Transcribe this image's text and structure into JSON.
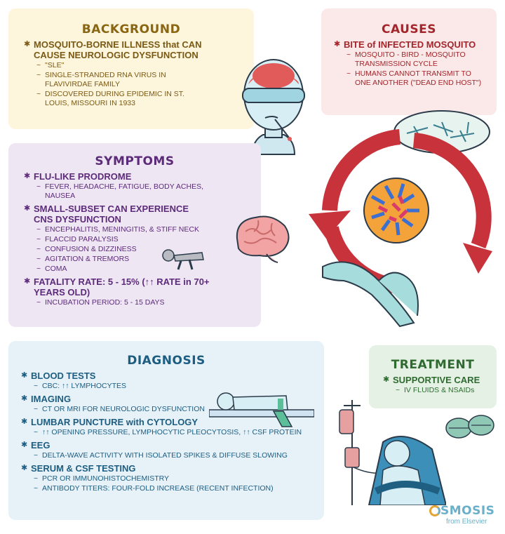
{
  "background": {
    "title": "BACKGROUND",
    "bullet1": "MOSQUITO-BORNE ILLNESS that CAN CAUSE NEUROLOGIC DYSFUNCTION",
    "subs": [
      "\"SLE\"",
      "SINGLE-STRANDED RNA VIRUS in FLAVIVIRDAE FAMILY",
      "DISCOVERED DURING EPIDEMIC in ST. LOUIS, MISSOURI in 1933"
    ]
  },
  "causes": {
    "title": "CAUSES",
    "bullet1": "BITE of INFECTED MOSQUITO",
    "subs": [
      "MOSQUITO - BIRD - MOSQUITO TRANSMISSION CYCLE",
      "HUMANS CANNOT TRANSMIT to ONE ANOTHER (\"DEAD END HOST\")"
    ]
  },
  "symptoms": {
    "title": "SYMPTOMS",
    "bullet1": "FLU-LIKE PRODROME",
    "bullet1_subs": [
      "FEVER, HEADACHE, FATIGUE, BODY ACHES, NAUSEA"
    ],
    "bullet2": "SMALL-SUBSET CAN EXPERIENCE CNS DYSFUNCTION",
    "bullet2_subs": [
      "ENCEPHALITIS, MENINGITIS, & STIFF NECK",
      "FLACCID PARALYSIS",
      "CONFUSION & DIZZINESS",
      "AGITATION & TREMORS",
      "COMA"
    ],
    "bullet3": "FATALITY RATE: 5 - 15% (↑↑ RATE in 70+ YEARS OLD)",
    "bullet3_subs": [
      "INCUBATION PERIOD: 5 - 15 DAYS"
    ]
  },
  "diagnosis": {
    "title": "DIAGNOSIS",
    "items": [
      {
        "label": "BLOOD TESTS",
        "subs": [
          "CBC: ↑↑ LYMPHOCYTES"
        ]
      },
      {
        "label": "IMAGING",
        "subs": [
          "CT or MRI for NEUROLOGIC DYSFUNCTION"
        ]
      },
      {
        "label": "LUMBAR PUNCTURE with CYTOLOGY",
        "subs": [
          "↑↑ OPENING PRESSURE, LYMPHOCYTIC PLEOCYTOSIS, ↑↑ CSF PROTEIN"
        ]
      },
      {
        "label": "EEG",
        "subs": [
          "DELTA-WAVE ACTIVITY with ISOLATED SPIKES & DIFFUSE SLOWING"
        ]
      },
      {
        "label": "SERUM & CSF TESTING",
        "subs": [
          "PCR or IMMUNOHISTOCHEMISTRY",
          "ANTIBODY TITERS: FOUR-FOLD INCREASE (RECENT INFECTION)"
        ]
      }
    ]
  },
  "treatment": {
    "title": "TREATMENT",
    "bullet1": "SUPPORTIVE CARE",
    "subs": [
      "IV FLUIDS & NSAIDs"
    ]
  },
  "logo": {
    "word": "SMOSIS",
    "sub": "from Elsevier"
  },
  "colors": {
    "background": "#fdf5dc",
    "causes": "#fbe8e8",
    "symptoms": "#efe6f4",
    "diagnosis": "#e6f2f8",
    "treatment": "#e4f1e4",
    "cycle_arrow": "#c8323b"
  }
}
